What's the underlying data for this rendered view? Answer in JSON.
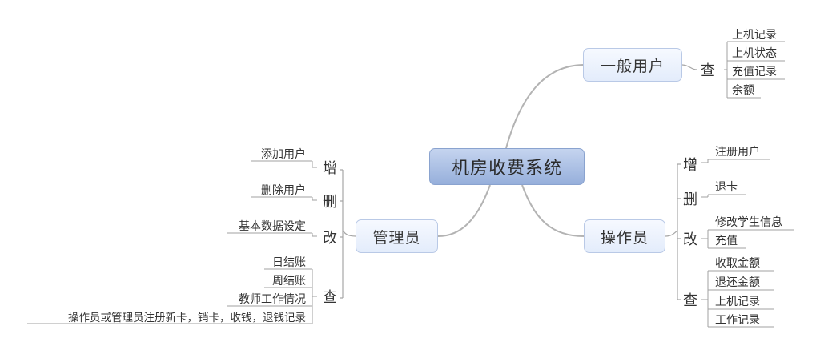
{
  "diagram": {
    "root": "机房收费系统",
    "branches": {
      "user": {
        "label": "一般用户",
        "query": {
          "label": "查",
          "items": [
            "上机记录",
            "上机状态",
            "充值记录",
            "余额"
          ]
        }
      },
      "admin": {
        "label": "管理员",
        "add": {
          "label": "增",
          "items": [
            "添加用户"
          ]
        },
        "delete": {
          "label": "删",
          "items": [
            "删除用户"
          ]
        },
        "modify": {
          "label": "改",
          "items": [
            "基本数据设定"
          ]
        },
        "query": {
          "label": "查",
          "items": [
            "日结账",
            "周结账",
            "教师工作情况",
            "操作员或管理员注册新卡，销卡，收钱，退钱记录"
          ]
        }
      },
      "operator": {
        "label": "操作员",
        "add": {
          "label": "增",
          "items": [
            "注册用户"
          ]
        },
        "delete": {
          "label": "删",
          "items": [
            "退卡"
          ]
        },
        "modify": {
          "label": "改",
          "items": [
            "修改学生信息",
            "充值"
          ]
        },
        "query": {
          "label": "查",
          "items": [
            "收取金额",
            "退还金额",
            "上机记录",
            "工作记录"
          ]
        }
      }
    },
    "colors": {
      "connector": "#a6a6a6",
      "leaf_line": "#a0a0a0",
      "root_fill": "#a8bde3",
      "branch_fill": "#eaf0fc",
      "branch_border": "#b9c9e6"
    }
  }
}
